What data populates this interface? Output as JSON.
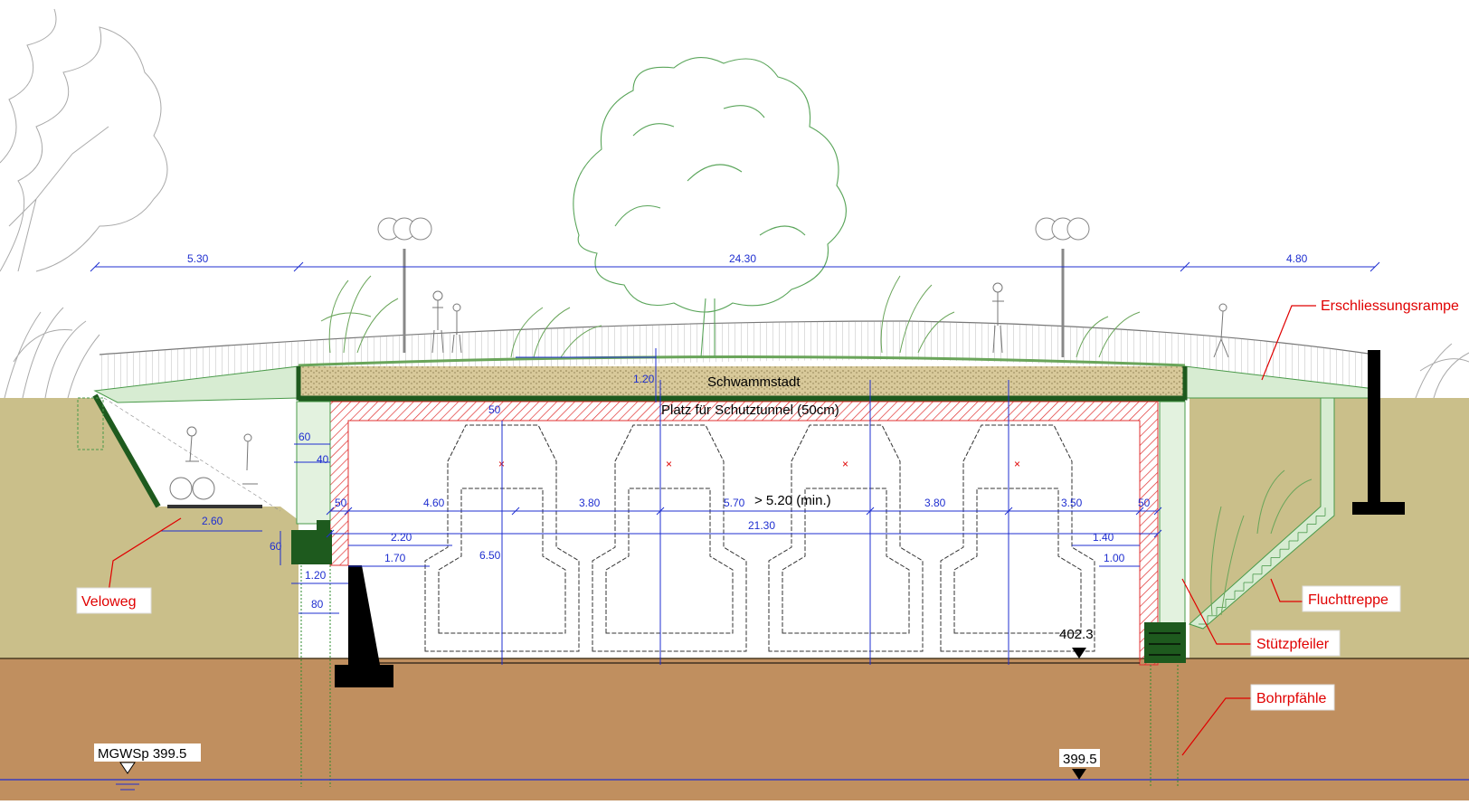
{
  "labels": {
    "schwammstadt": "Schwammstadt",
    "schutztunnel": "Platz für Schutztunnel (50cm)",
    "clearance": "> 5.20 (min.)",
    "elev_floor": "402.3",
    "elev_water": "399.5",
    "groundwater": "MGWSp 399.5"
  },
  "callouts": {
    "erschliessungsrampe": "Erschliessungsrampe",
    "veloweg": "Veloweg",
    "fluchttreppe": "Fluchttreppe",
    "stuetzpfeiler": "Stützpfeiler",
    "bohrpfaehle": "Bohrpfähle"
  },
  "dimensions": {
    "top_left": "5.30",
    "top_main": "24.30",
    "top_right": "4.80",
    "soil_depth": "1.20",
    "d50_top": "50",
    "d60_wall": "60",
    "d40_wall": "40",
    "d50_left": "50",
    "track_4_60": "4.60",
    "track_3_80_a": "3.80",
    "track_5_70": "5.70",
    "track_3_80_b": "3.80",
    "track_3_50": "3.50",
    "d50_right": "50",
    "inner_width": "21.30",
    "d2_20": "2.20",
    "d1_70": "1.70",
    "height_6_50": "6.50",
    "d1_40": "1.40",
    "d1_00": "1.00",
    "veloweg_width": "2.60",
    "found_60": "60",
    "found_1_20": "1.20",
    "found_80": "80"
  },
  "colors": {
    "soil_upper": "#cabf8a",
    "soil_lower": "#c08f5f",
    "structure": "#1e5a1e",
    "dimension": "#1f2fd0",
    "callout": "#e00000",
    "hatch": "#e03030",
    "vegetation": "#5aa55a"
  }
}
